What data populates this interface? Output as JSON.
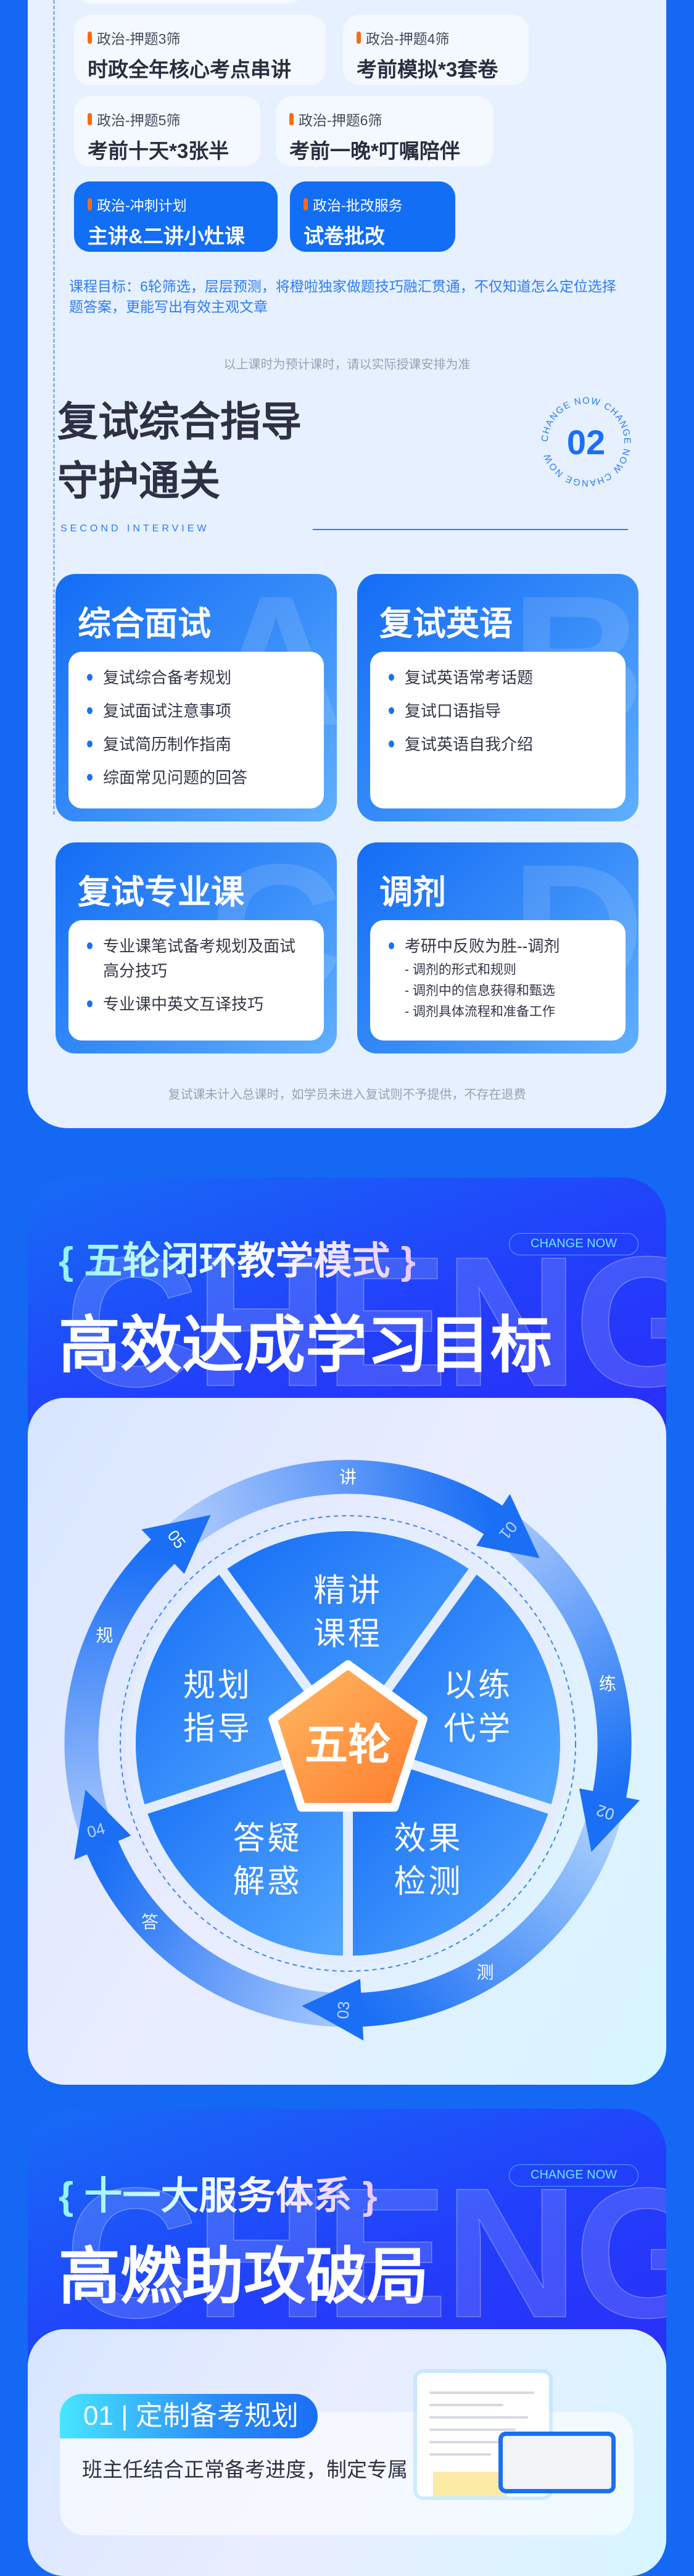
{
  "politics_cards": [
    {
      "tag": "政治-押题3筛",
      "title": "时政全年核心考点串讲"
    },
    {
      "tag": "政治-押题4筛",
      "title": "考前模拟*3套卷"
    },
    {
      "tag": "政治-押题5筛",
      "title": "考前十天*3张半"
    },
    {
      "tag": "政治-押题6筛",
      "title": "考前一晚*叮嘱陪伴"
    },
    {
      "tag": "政治-冲刺计划",
      "title": "主讲&二讲小灶课"
    },
    {
      "tag": "政治-批改服务",
      "title": "试卷批改"
    }
  ],
  "course_goal": "课程目标：6轮筛选，层层预测，将橙啦独家做题技巧融汇贯通，不仅知道怎么定位选择题答案，更能写出有效主观文章",
  "hours_note": "以上课时为预计课时，请以实际授课安排为准",
  "interview": {
    "title_line1": "复试综合指导",
    "title_line2": "守护通关",
    "subtitle": "SECOND INTERVIEW",
    "badge_number": "02",
    "badge_ring": "CHANGE NOW CHANGE NOW CHANGE NOW",
    "cards": [
      {
        "letter": "A",
        "title": "综合面试",
        "items": [
          "复试综合备考规划",
          "复试面试注意事项",
          "复试简历制作指南",
          "综面常见问题的回答"
        ]
      },
      {
        "letter": "B",
        "title": "复试英语",
        "items": [
          "复试英语常考话题",
          "复试口语指导",
          "复试英语自我介绍"
        ]
      },
      {
        "letter": "C",
        "title": "复试专业课",
        "items": [
          "专业课笔试备考规划及面试高分技巧",
          "专业课中英文互译技巧"
        ]
      },
      {
        "letter": "D",
        "title": "调剂",
        "items": [
          "考研中反败为胜--调剂"
        ],
        "subitems": [
          "- 调剂的形式和规则",
          "- 调剂中的信息获得和甄选",
          "- 调剂具体流程和准备工作"
        ]
      }
    ],
    "note": "复试课未计入总课时，如学员未进入复试则不予提供，不存在退费"
  },
  "five_rounds": {
    "bracket_title": "{ 五轮闭环教学模式 }",
    "change_now": "CHANGE NOW",
    "headline": "高效达成学习目标",
    "watermark": "CHENGLA",
    "center": "五轮",
    "segments": [
      [
        "精讲",
        "课程"
      ],
      [
        "以练",
        "代学"
      ],
      [
        "效果",
        "检测"
      ],
      [
        "答疑",
        "解惑"
      ],
      [
        "规划",
        "指导"
      ]
    ],
    "arrows": [
      {
        "num": "01",
        "label": "讲"
      },
      {
        "num": "02",
        "label": "练"
      },
      {
        "num": "03",
        "label": "测"
      },
      {
        "num": "04",
        "label": "答"
      },
      {
        "num": "05",
        "label": "规"
      }
    ]
  },
  "services": {
    "bracket_title": "{ 十一大服务体系 }",
    "change_now": "CHANGE NOW",
    "headline": "高燃助攻破局",
    "watermark": "CHENGLA",
    "item": {
      "title": "01 | 定制备考规划",
      "text": "班主任结合正常备考进度，制定专属"
    }
  },
  "colors": {
    "brand": "#1a6ff5",
    "accent": "#ff6a13",
    "center_orange": "#ff8a34"
  }
}
